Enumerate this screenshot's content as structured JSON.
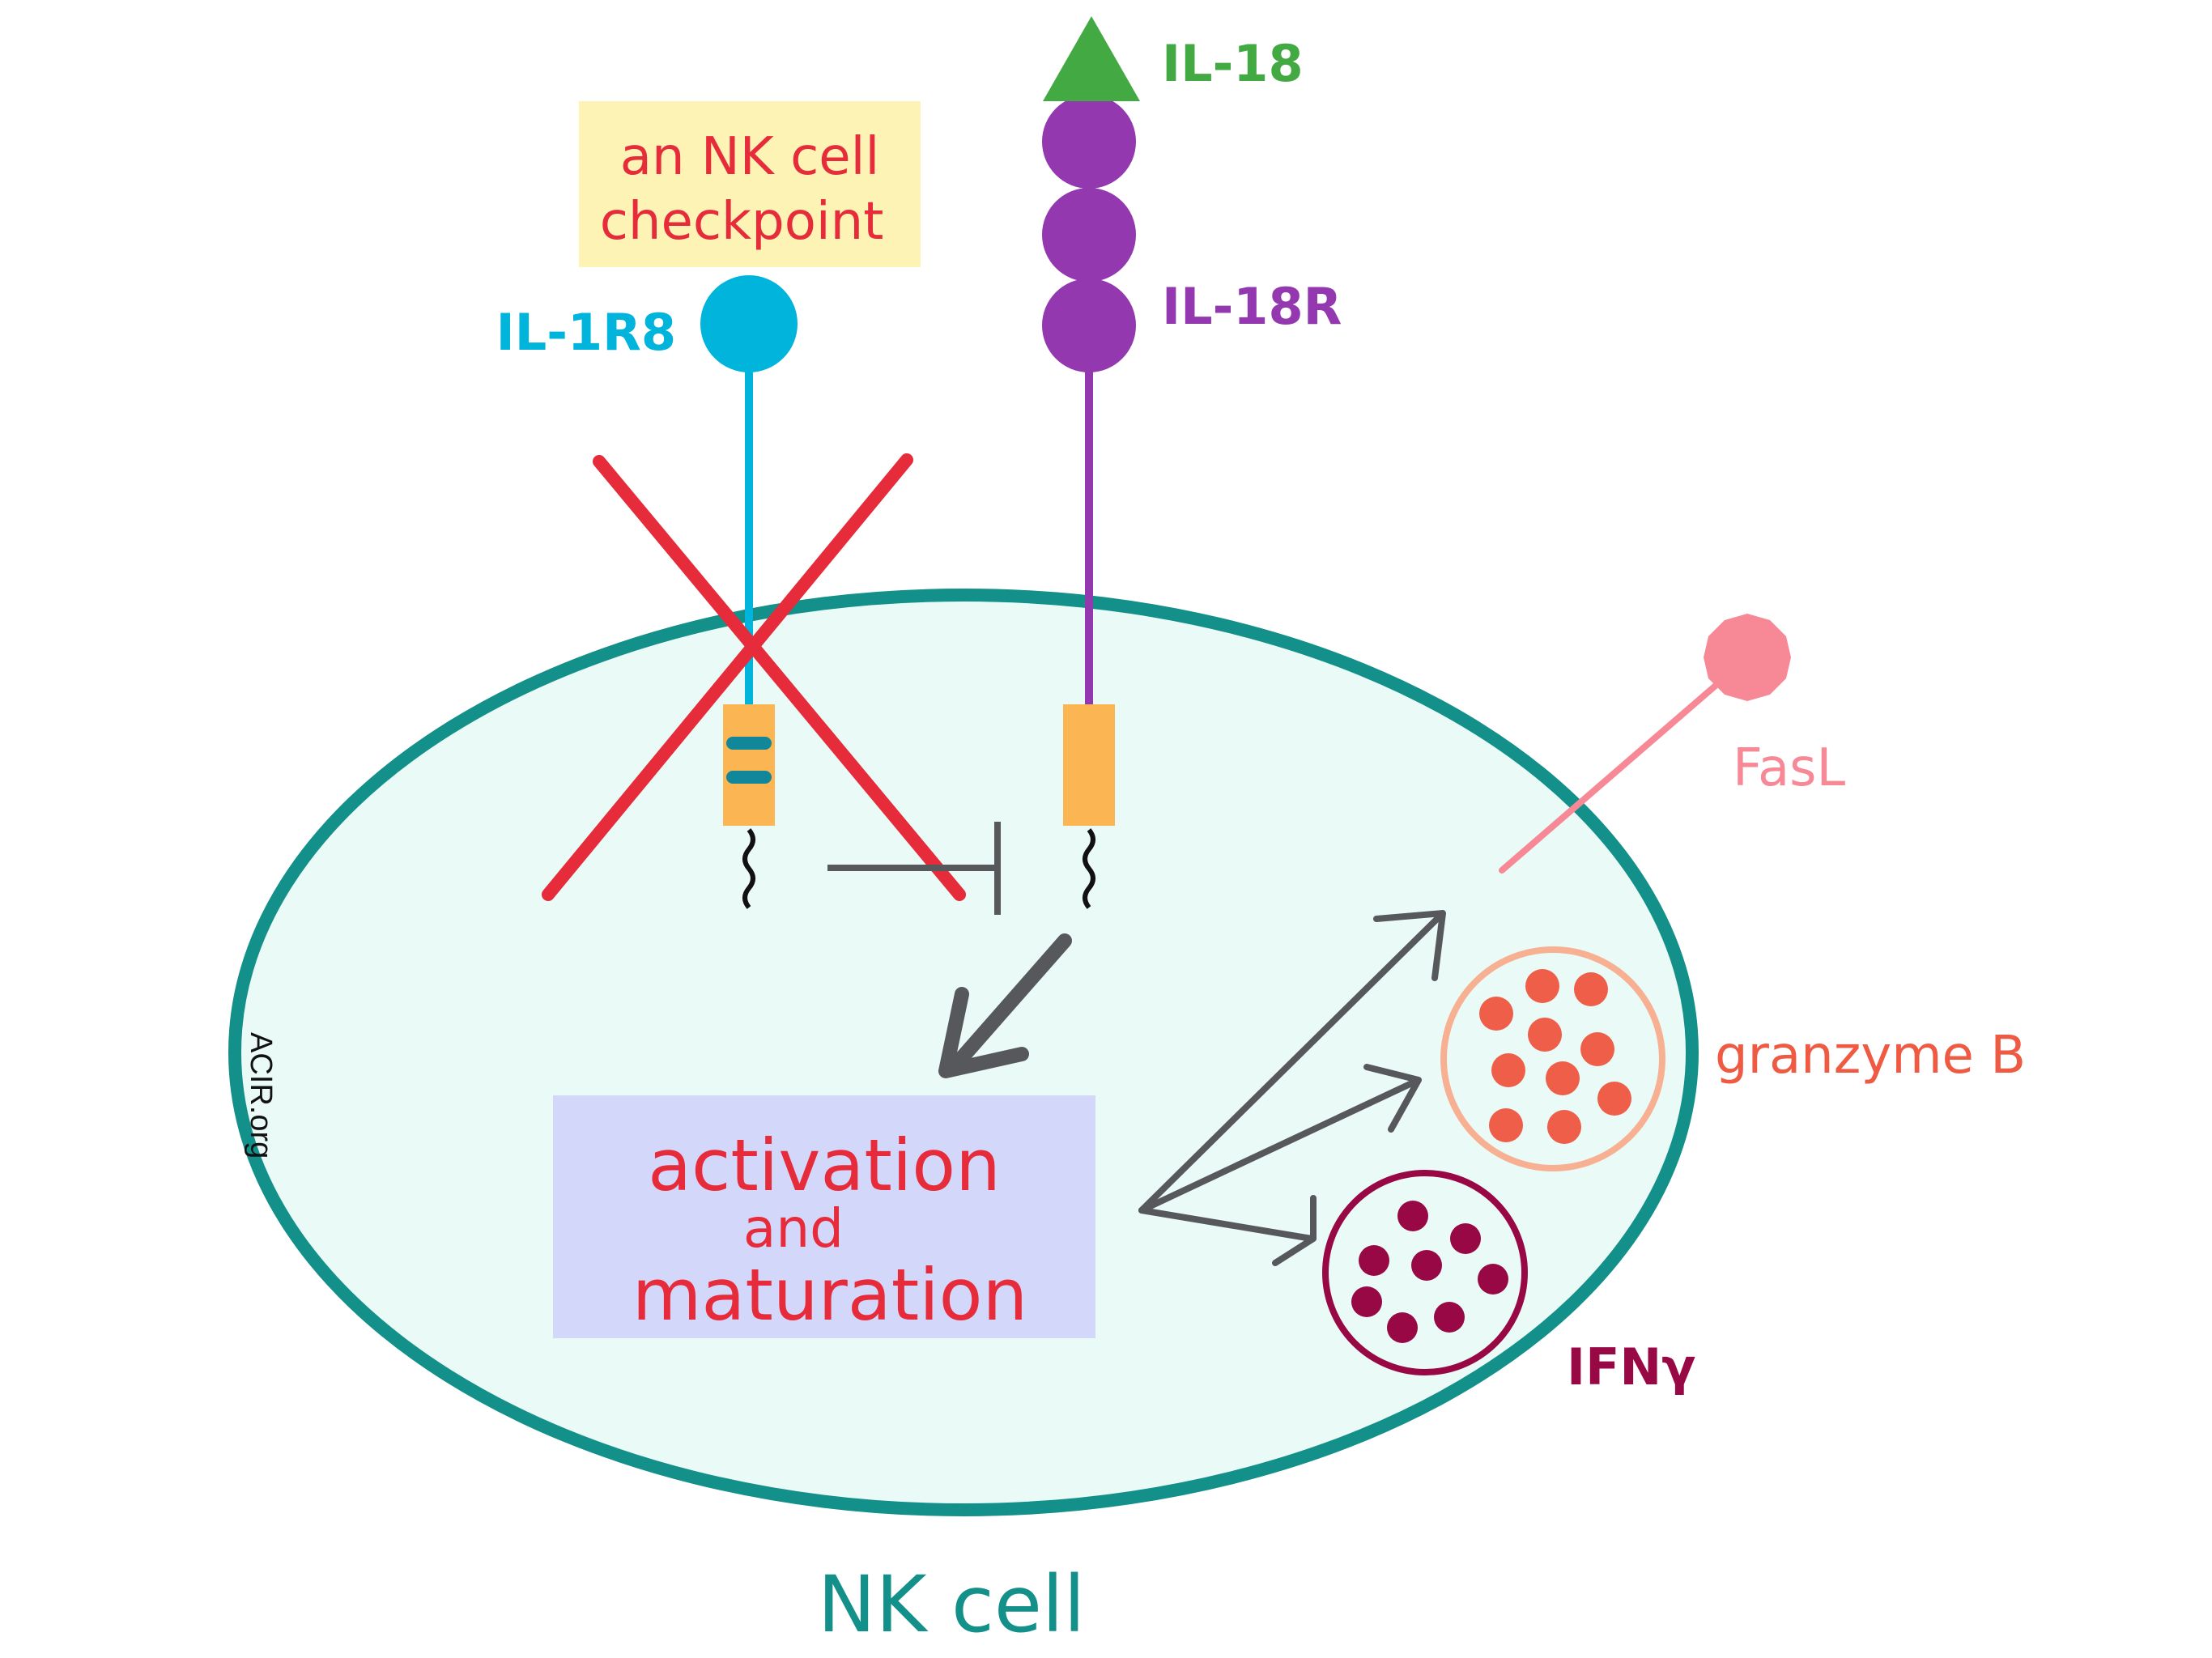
{
  "labels": {
    "checkpoint_line1": "an NK cell",
    "checkpoint_line2": "checkpoint",
    "il1r8": "IL-1R8",
    "il18": "IL-18",
    "il18r": "IL-18R",
    "fasl": "FasL",
    "activation_line1": "activation",
    "activation_line2": "and",
    "activation_line3": "maturation",
    "granzyme": "granzyme B",
    "ifng": "IFNγ",
    "cell": "NK cell",
    "credit": "ACIR.org"
  },
  "colors": {
    "cell_outline": "#139089",
    "cell_fill": "#eafaf6",
    "il1r8": "#00b4dc",
    "il18": "#43a943",
    "il18r": "#9438b0",
    "cross": "#e62b3a",
    "checkpoint_bg": "#fdf3b5",
    "checkpoint_text": "#e62b3a",
    "transmembrane": "#fcb553",
    "tm_band": "#13879a",
    "arrow": "#56585c",
    "activation_bg": "#d3d8fb",
    "activation_text": "#e62b3a",
    "fasl": "#f78896",
    "granzyme_outline": "#f8b092",
    "granzyme_dots": "#ef5e48",
    "granzyme_text": "#ee5a42",
    "ifng": "#980845"
  },
  "icons": {
    "il18": "triangle-icon",
    "il1r8": "circle-receptor-icon",
    "il18r": "three-domain-receptor-icon",
    "fasl": "polygon-ligand-icon",
    "inhibition": "inhibition-bar-icon",
    "knockout": "cross-icon"
  }
}
